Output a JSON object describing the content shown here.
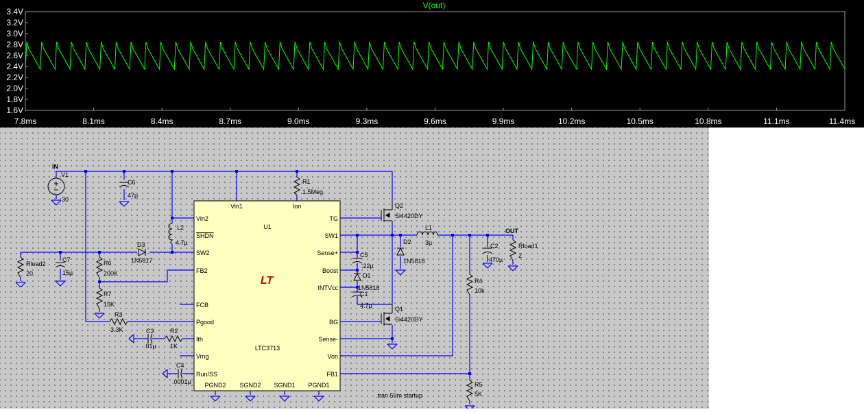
{
  "waveform": {
    "trace_name": "V(out)",
    "trace_color": "#00ff00",
    "y_ticks": [
      "3.4V",
      "3.2V",
      "3.0V",
      "2.8V",
      "2.6V",
      "2.4V",
      "2.2V",
      "2.0V",
      "1.8V",
      "1.6V"
    ],
    "x_ticks": [
      "7.8ms",
      "8.1ms",
      "8.4ms",
      "8.7ms",
      "9.0ms",
      "9.3ms",
      "9.6ms",
      "9.9ms",
      "10.2ms",
      "10.5ms",
      "10.8ms",
      "11.1ms",
      "11.4ms"
    ],
    "y_range": [
      1.6,
      3.4
    ],
    "x_range_ms": [
      7.8,
      11.4
    ],
    "ripple_peak_v": 2.85,
    "ripple_valley_v": 2.35,
    "ripple_cycles": 55
  },
  "schematic": {
    "wire_color": "#0000ff",
    "ic_fill": "#ffffc0",
    "ic": {
      "ref": "U1",
      "part": "LTC3713",
      "logo": "LT",
      "pins": {
        "vin1": "Vin1",
        "ion": "Ion",
        "vin2": "Vin2",
        "shdn": "SHDN",
        "sw2": "SW2",
        "fb2": "FB2",
        "fcb": "FCB",
        "pgood": "Pgood",
        "ith": "Ith",
        "vrng": "Vrng",
        "run_ss": "Run/SS",
        "tg": "TG",
        "sw1": "SW1",
        "sense_plus": "Sense+",
        "boost": "Boost",
        "intvcc": "INTVcc",
        "bg": "BG",
        "sense_minus": "Sense-",
        "von": "Von",
        "fb1": "FB1",
        "pgnd2": "PGND2",
        "sgnd2": "SGND2",
        "sgnd1": "SGND1",
        "pgnd1": "PGND1"
      }
    },
    "labels": {
      "in": "IN",
      "out": "OUT",
      "v1": "V1",
      "v1_val": "30",
      "c6": "C6",
      "c6_val": "47µ",
      "r1": "R1",
      "r1_val": "1.5Meg",
      "l2": "L2",
      "l2_val": "4.7µ",
      "d3": "D3",
      "d3_val": "1N5817",
      "rload2": "Rload2",
      "rload2_val": "20",
      "c7": "C7",
      "c7_val": "15µ",
      "r6": "R6",
      "r6_val": "200K",
      "r7": "R7",
      "r7_val": "15K",
      "r3": "R3",
      "r3_val": "3.3K",
      "c3": "C3",
      "c3_val": ".01µ",
      "r2": "R2",
      "r2_val": "1K",
      "c4": "C4",
      "c4_val": ".0001µ",
      "q2": "Q2",
      "q2_val": "Si4420DY",
      "q1": "Q1",
      "q1_val": "Si4420DY",
      "l1": "L1",
      "l1_val": "3µ",
      "d2": "D2",
      "d2_val": "1N5818",
      "c5": "C5",
      "c5_val": ".22µ",
      "d1": "D1",
      "d1_val": "1N5818",
      "c1": "C1",
      "c1_val": "4.7µ",
      "c2": "C2",
      "c2_val": "470µ",
      "rload1": "Rload1",
      "rload1_val": "2",
      "r4": "R4",
      "r4_val": "10k",
      "r5": "R5",
      "r5_val": "5K"
    },
    "directive": ".tran 50m startup"
  }
}
